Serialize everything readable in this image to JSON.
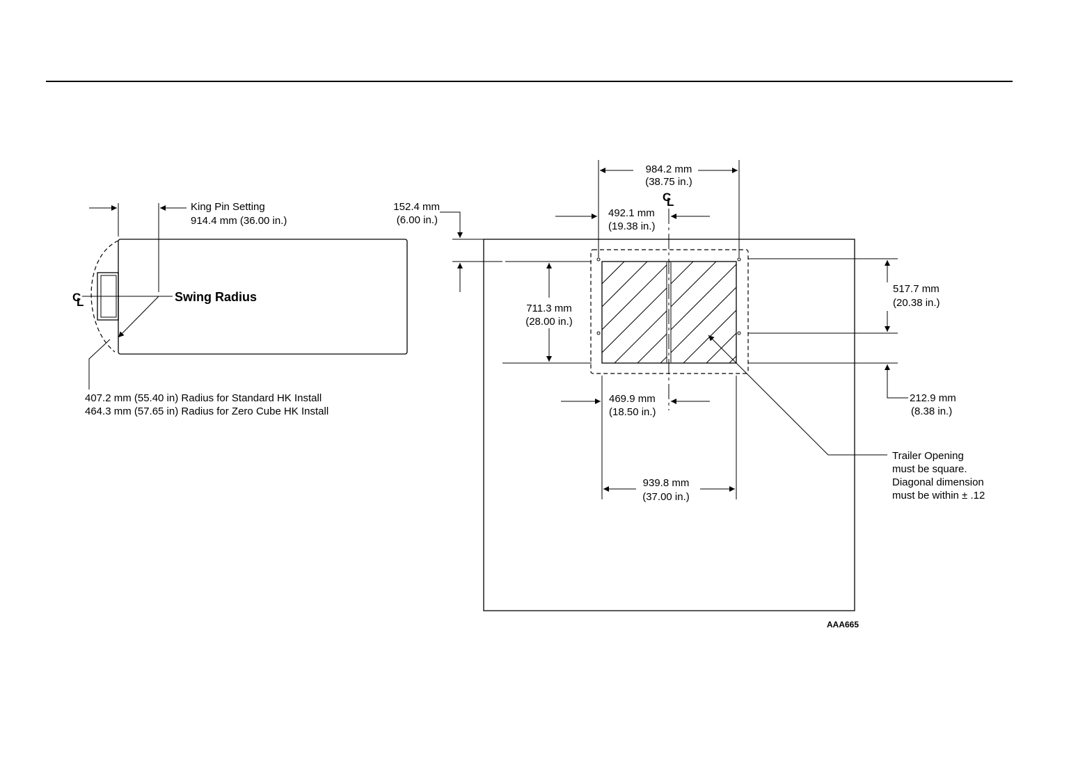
{
  "side_view": {
    "king_pin_setting_label": "King Pin Setting",
    "king_pin_setting_value": "914.4 mm (36.00 in.)",
    "centerline_symbol": "CL",
    "swing_radius_label": "Swing Radius",
    "radius_standard": "407.2 mm (55.40 in) Radius for Standard HK Install",
    "radius_zero_cube": "464.3 mm (57.65 in) Radius for Zero Cube HK Install"
  },
  "top_view": {
    "overall_width_mm": "984.2 mm",
    "overall_width_in": "(38.75 in.)",
    "centerline_symbol": "CL",
    "half_width_upper_mm": "492.1 mm",
    "half_width_upper_in": "(19.38 in.)",
    "front_offset_mm": "152.4 mm",
    "front_offset_in": "(6.00 in.)",
    "opening_length_mm": "711.3 mm",
    "opening_length_in": "(28.00 in.)",
    "hole_offset_mm": "517.7 mm",
    "hole_offset_in": "(20.38 in.)",
    "half_width_lower_mm": "469.9 mm",
    "half_width_lower_in": "(18.50 in.)",
    "rear_offset_mm": "212.9 mm",
    "rear_offset_in": "(8.38 in.)",
    "opening_width_mm": "939.8 mm",
    "opening_width_in": "(37.00 in.)",
    "note_line1": "Trailer Opening",
    "note_line2": "must be square.",
    "note_line3": "Diagonal dimension",
    "note_line4": "must be within ± .12"
  },
  "figure_id": "AAA665"
}
